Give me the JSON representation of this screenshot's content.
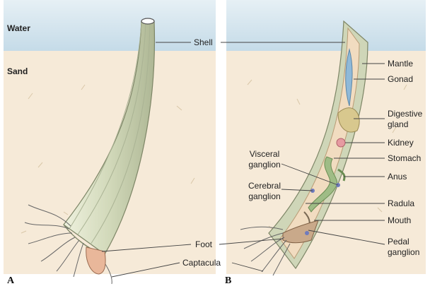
{
  "zones": {
    "water": "Water",
    "sand": "Sand"
  },
  "panels": {
    "a": "A",
    "b": "B"
  },
  "labels": {
    "shell": "Shell",
    "foot": "Foot",
    "captacula": "Captacula",
    "mantle": "Mantle",
    "gonad": "Gonad",
    "digestive_gland": "Digestive gland",
    "kidney": "Kidney",
    "stomach": "Stomach",
    "anus": "Anus",
    "radula": "Radula",
    "mouth": "Mouth",
    "pedal_ganglion": "Pedal ganglion",
    "visceral_ganglion": "Visceral ganglion",
    "cerebral_ganglion": "Cerebral ganglion"
  },
  "colors": {
    "water": "#cfe3ee",
    "sand": "#f6ead8",
    "shell": "#cfd6b8",
    "tissue": "#f1dcc0",
    "gonad": "#8fb9d8",
    "digestive": "#d8c88e",
    "kidney": "#e69aa1",
    "gut": "#9fbc86",
    "foot": "#e9b79a"
  }
}
